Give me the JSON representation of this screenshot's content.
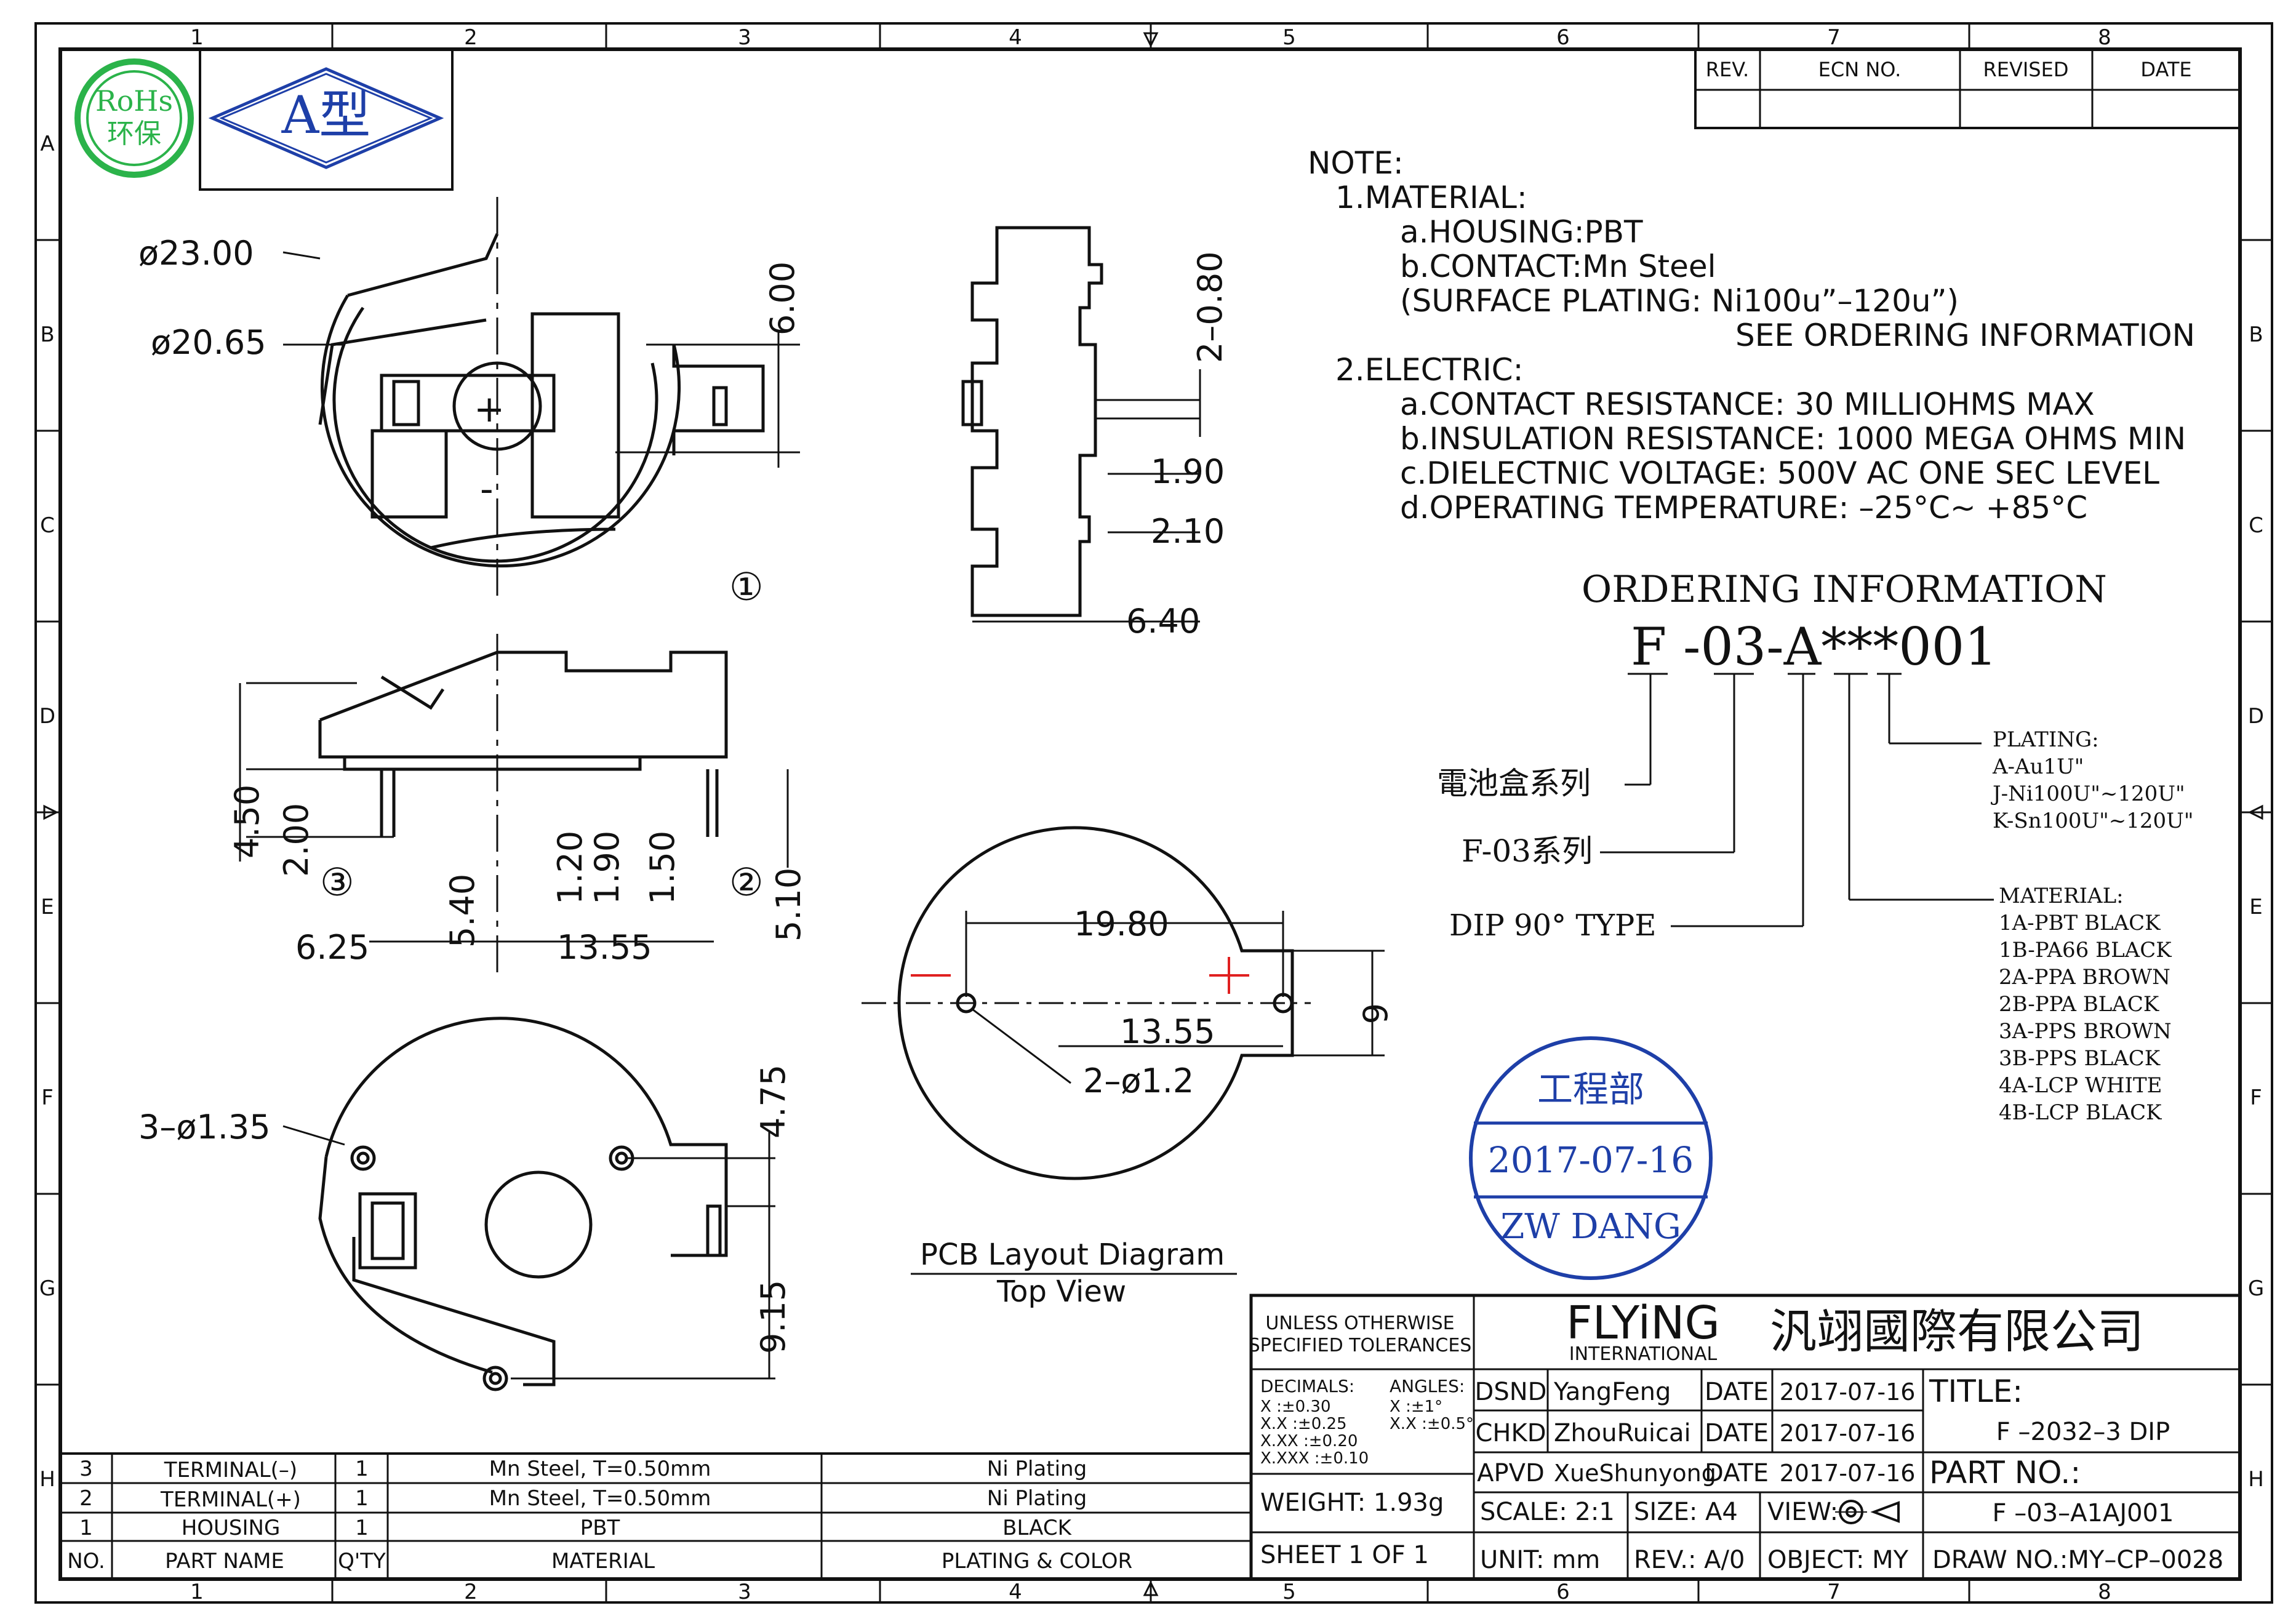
{
  "grid": {
    "cols": [
      "1",
      "2",
      "3",
      "4",
      "5",
      "6",
      "7",
      "8"
    ],
    "rows": [
      "A",
      "B",
      "C",
      "D",
      "E",
      "F",
      "G",
      "H"
    ]
  },
  "badges": {
    "rohs_top": "RoHs",
    "rohs_bottom": "环保",
    "type_label": "A型"
  },
  "revision_table": {
    "headers": [
      "REV.",
      "ECN NO.",
      "REVISED",
      "DATE"
    ]
  },
  "notes": {
    "title": "NOTE:",
    "lines": [
      "1.MATERIAL:",
      "a.HOUSING:PBT",
      "b.CONTACT:Mn  Steel",
      "(SURFACE  PLATING:  Ni100u”–120u”)",
      "SEE  ORDERING  INFORMATION",
      "2.ELECTRIC:",
      "a.CONTACT  RESISTANCE:  30  MILLIOHMS  MAX",
      "b.INSULATION  RESISTANCE:  1000  MEGA  OHMS  MIN",
      "c.DIELECTNIC  VOLTAGE:  500V  AC  ONE  SEC  LEVEL",
      "d.OPERATING  TEMPERATURE:  –25°C~  +85°C"
    ]
  },
  "ordering": {
    "title": "ORDERING  INFORMATION",
    "code": "F -03-A***001",
    "series_label": "電池盒系列",
    "f03_label": "F-03系列",
    "dip_label": "DIP 90°   TYPE",
    "plating_title": "PLATING:",
    "plating_items": [
      "A-Au1U\"",
      "J-Ni100U\"~120U\"",
      "K-Sn100U\"~120U\""
    ],
    "material_title": "MATERIAL:",
    "material_items": [
      "1A-PBT BLACK",
      "1B-PA66 BLACK",
      "2A-PPA BROWN",
      "2B-PPA BLACK",
      "3A-PPS BROWN",
      "3B-PPS BLACK",
      "4A-LCP WHITE",
      "4B-LCP BLACK"
    ]
  },
  "stamp": {
    "dept": "工程部",
    "date": "2017-07-16",
    "name": "ZW DANG"
  },
  "dimensions": {
    "top_view": [
      "ø23.00",
      "ø20.65",
      "6.00",
      "+",
      "-"
    ],
    "side_right": [
      "2–0.80",
      "1.90",
      "2.10",
      "6.40"
    ],
    "front_view": [
      "4.50",
      "2.00",
      "5.40",
      "1.20",
      "1.90",
      "1.50",
      "5.10",
      "6.25",
      "13.55",
      "①",
      "②",
      "③"
    ],
    "bottom_view": [
      "3–ø1.35",
      "4.75",
      "9.15"
    ],
    "pcb": [
      "19.80",
      "13.55",
      "2–ø1.2",
      "6"
    ]
  },
  "pcb_caption": {
    "title": "PCB  Layout  Diagram",
    "subtitle": "Top  View"
  },
  "parts_table": {
    "headers": [
      "NO.",
      "PART  NAME",
      "Q'TY",
      "MATERIAL",
      "PLATING  &  COLOR"
    ],
    "rows": [
      [
        "3",
        "TERMINAL(–)",
        "1",
        "Mn  Steel,  T=0.50mm",
        "Ni  Plating"
      ],
      [
        "2",
        "TERMINAL(+)",
        "1",
        "Mn  Steel,  T=0.50mm",
        "Ni  Plating"
      ],
      [
        "1",
        "HOUSING",
        "1",
        "PBT",
        "BLACK"
      ]
    ]
  },
  "title_block": {
    "tolerance_head": [
      "UNLESS  OTHERWISE",
      "SPECIFIED  TOLERANCES"
    ],
    "decimals_label": "DECIMALS:",
    "decimals": [
      "X      :±0.30",
      "X.X    :±0.25",
      "X.XX   :±0.20",
      "X.XXX :±0.10"
    ],
    "angles_label": "ANGLES:",
    "angles": [
      "X    :±1°",
      "X.X :±0.5°"
    ],
    "company_en": "FLYiNG",
    "company_sub": "INTERNATIONAL",
    "company_cn": "汎翊國際有限公司",
    "dsnd_label": "DSND",
    "dsnd": "YangFeng",
    "chkd_label": "CHKD",
    "chkd": "ZhouRuicai",
    "apvd_label": "APVD",
    "apvd": "XueShunyong",
    "date_label": "DATE",
    "date": "2017-07-16",
    "title_label": "TITLE:",
    "title": "F –2032–3  DIP",
    "part_label": "PART   NO.:",
    "part_no": "F –03–A1AJ001",
    "weight": "WEIGHT:  1.93g",
    "scale": "SCALE:  2:1",
    "size": "SIZE:  A4",
    "view": "VIEW:",
    "sheet": "SHEET  1  OF  1",
    "unit": "UNIT:  mm",
    "rev": "REV.:  A/0",
    "object": "OBJECT:  MY",
    "draw_no": "DRAW  NO.:MY–CP–0028"
  },
  "colors": {
    "ink": "#111111",
    "stamp_blue": "#1e3fa8",
    "rohs_green": "#2bb34a",
    "marker_red": "#e02020"
  }
}
